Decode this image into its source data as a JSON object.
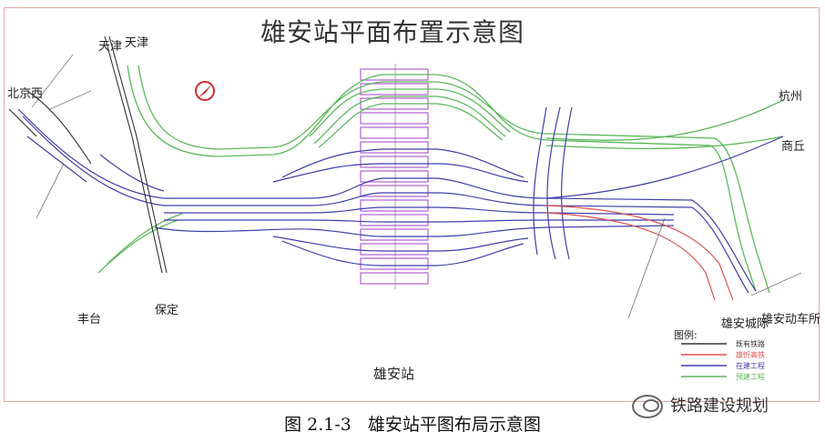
{
  "title": "雄安站平面布置示意图",
  "caption": {
    "figure_no": "图  2.1-3",
    "text": "雄安站平图布局示意图"
  },
  "watermark": {
    "icon": "wechat-icon",
    "text": "铁路建设规划"
  },
  "colors": {
    "existing": "#333333",
    "xin_railway": "#e05050",
    "under_construction": "#3f3faa",
    "pre_construction": "#5ab85a",
    "platform": "#b86bd6",
    "frame": "#e6a6a6"
  },
  "directions": {
    "beijing_west": "北京西",
    "tianjin_1": "天津",
    "tianjin_2": "天津",
    "hangzhou": "杭州",
    "shangqiu": "商丘",
    "fengtai": "丰台",
    "baoding": "保定",
    "xiongan_city": "雄安城际",
    "xiongan_depot": "雄安动车所"
  },
  "station_name": "雄安站",
  "legend": {
    "title": "图例:",
    "items": [
      {
        "label": "既有铁路",
        "color_key": "existing"
      },
      {
        "label": "雄忻高铁",
        "color_key": "xin_railway"
      },
      {
        "label": "在建工程",
        "color_key": "under_construction"
      },
      {
        "label": "预建工程",
        "color_key": "pre_construction"
      }
    ]
  },
  "compass_icon": "north-arrow-icon"
}
